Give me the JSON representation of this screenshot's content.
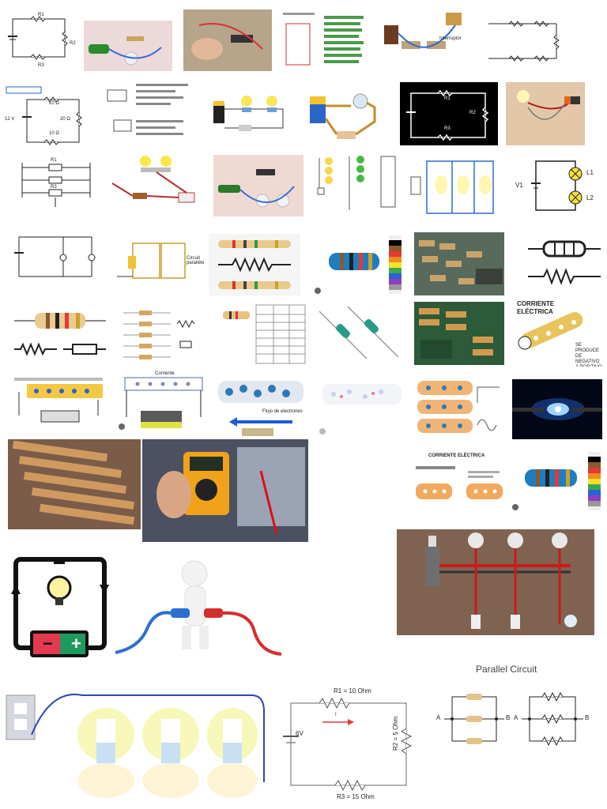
{
  "colors": {
    "wire": "#222222",
    "wood_bg": "#e8d7c9",
    "black_bg": "#000000",
    "accent_red": "#e53935",
    "resistor_body": "#d8b56a",
    "electric_blue": "#1e5bd6"
  },
  "labels": {
    "r1": "R1",
    "r2": "R2",
    "r3": "R3",
    "i": "I",
    "v12": "12 V",
    "ohm10_top": "10 Ω",
    "ohm20": "20 Ω",
    "ohm10_bot": "10 Ω",
    "v1": "V1",
    "l1": "L1",
    "l2": "L2",
    "interruptor": "Interruptor",
    "circuit_parallel": "Circuit parallèle",
    "corriente_title": "CORRIENTE ELÉCTRICA",
    "flujo_electrones": "Flujo de electrones",
    "corriente": "Corriente",
    "parallel_circuit": "Parallel Circuit",
    "r1_10ohm": "R1 = 10 Ohm",
    "r2_5ohm": "R2 = 5 Ohm",
    "r3_15ohm": "R3 = 15 Ohm",
    "six_v": "6V",
    "a": "A",
    "b": "B",
    "se_produce": "SE PRODUCE DE NEGATIVO A POSITIVO",
    "minus": "−",
    "plus": "+"
  }
}
